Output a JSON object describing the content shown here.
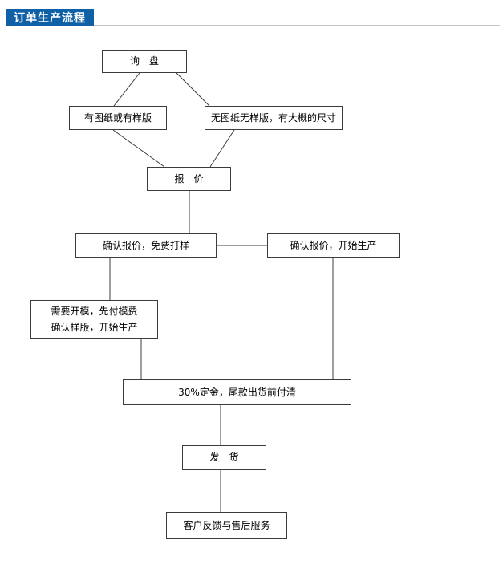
{
  "header": {
    "title": "订单生产流程"
  },
  "flowchart": {
    "nodes": [
      {
        "id": "inquiry",
        "label": "询　盘"
      },
      {
        "id": "has-drawings-or-sample",
        "label": "有图纸或有样版"
      },
      {
        "id": "no-drawings-no-sample",
        "label": "无图纸无样版，有大概的尺寸"
      },
      {
        "id": "quote",
        "label": "报　价"
      },
      {
        "id": "confirm-quote-free-sample",
        "label": "确认报价，免费打样"
      },
      {
        "id": "confirm-quote-start-production",
        "label": "确认报价，开始生产"
      },
      {
        "id": "mold-fee-then-production",
        "label": "需要开模，先付模费\n确认样版，开始生产"
      },
      {
        "id": "deposit-terms",
        "label": "30%定金，尾款出货前付清"
      },
      {
        "id": "ship",
        "label": "发　货"
      },
      {
        "id": "feedback-after-sales",
        "label": "客户反馈与售后服务"
      }
    ],
    "edges": [
      "询盘 → 有图纸或有样版",
      "询盘 → 无图纸无样版，有大概的尺寸",
      "有图纸或有样版 → 报价",
      "无图纸无样版，有大概的尺寸 → 报价",
      "报价 → 确认报价，免费打样",
      "确认报价，免费打样 → 确认报价，开始生产",
      "确认报价，免费打样 → 需要开模，先付模费 确认样版，开始生产",
      "需要开模，先付模费 确认样版，开始生产 → 30%定金，尾款出货前付清",
      "确认报价，开始生产 → 30%定金，尾款出货前付清",
      "30%定金，尾款出货前付清 → 发货",
      "发货 → 客户反馈与售后服务"
    ],
    "colors": {
      "header_bg": "#1060a8",
      "header_text": "#ffffff",
      "box_border": "#3c3c3c",
      "box_fill": "#ffffff",
      "connector": "#3c3c3c",
      "divider": "#c6c6c6",
      "page_bg": "#ffffff"
    }
  }
}
